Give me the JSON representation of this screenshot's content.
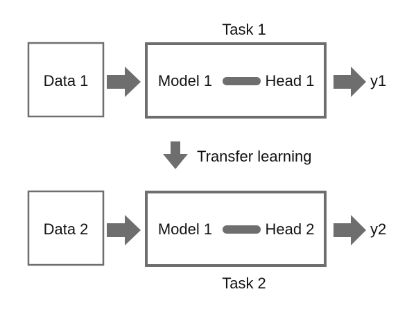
{
  "colors": {
    "box_stroke": "#6e6e6e",
    "arrow": "#6e6e6e",
    "connector": "#6e6e6e",
    "text": "#111111",
    "background": "#ffffff"
  },
  "task1": {
    "title": "Task 1",
    "data_label": "Data 1",
    "model_label": "Model 1",
    "head_label": "Head 1",
    "output_label": "y1"
  },
  "transfer": {
    "label": "Transfer learning"
  },
  "task2": {
    "title": "Task 2",
    "data_label": "Data 2",
    "model_label": "Model 1",
    "head_label": "Head 2",
    "output_label": "y2"
  }
}
